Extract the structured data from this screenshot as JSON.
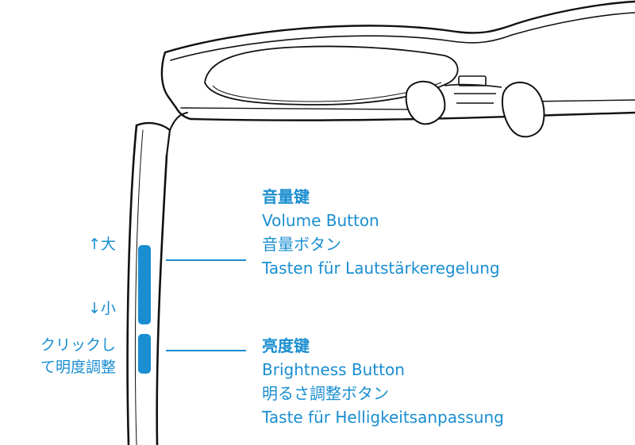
{
  "side_labels": {
    "volume_up": "↑大",
    "volume_down": "↓小",
    "brightness_line1": "クリックし",
    "brightness_line2": "て明度調整"
  },
  "volume_callout": {
    "zh": "音量键",
    "en": "Volume Button",
    "ja": "音量ボタン",
    "de": "Tasten für Lautstärkeregelung"
  },
  "brightness_callout": {
    "zh": "亮度键",
    "en": "Brightness Button",
    "ja": "明るさ調整ボタン",
    "de": "Taste für Helligkeitsanpassung"
  },
  "colors": {
    "accent": "#1a8ed0",
    "outline": "#111111"
  }
}
